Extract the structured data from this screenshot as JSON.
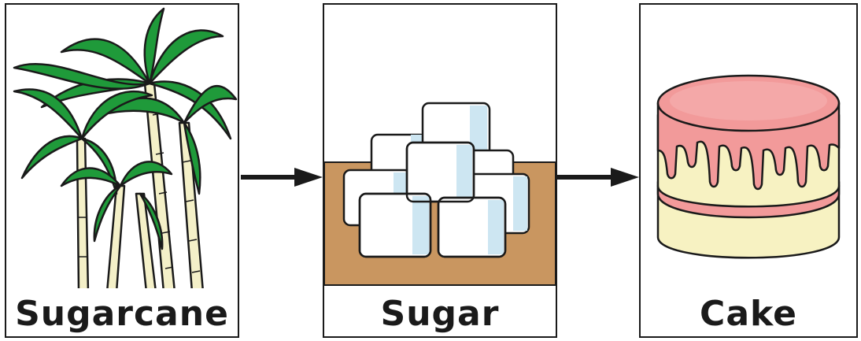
{
  "panels": [
    {
      "label": "Sugarcane",
      "icon": "sugarcane-icon"
    },
    {
      "label": "Sugar",
      "icon": "sugar-cubes-icon"
    },
    {
      "label": "Cake",
      "icon": "cake-icon"
    }
  ],
  "arrows": [
    "arrow-right-icon",
    "arrow-right-icon"
  ],
  "colors": {
    "leaf": "#1f9a3a",
    "stalk": "#f4f0c8",
    "table": "#c99660",
    "frosting": "#f29a9a",
    "sponge": "#f7f2c2",
    "cube": "#ffffff",
    "cube_shade": "#cde6f2"
  }
}
